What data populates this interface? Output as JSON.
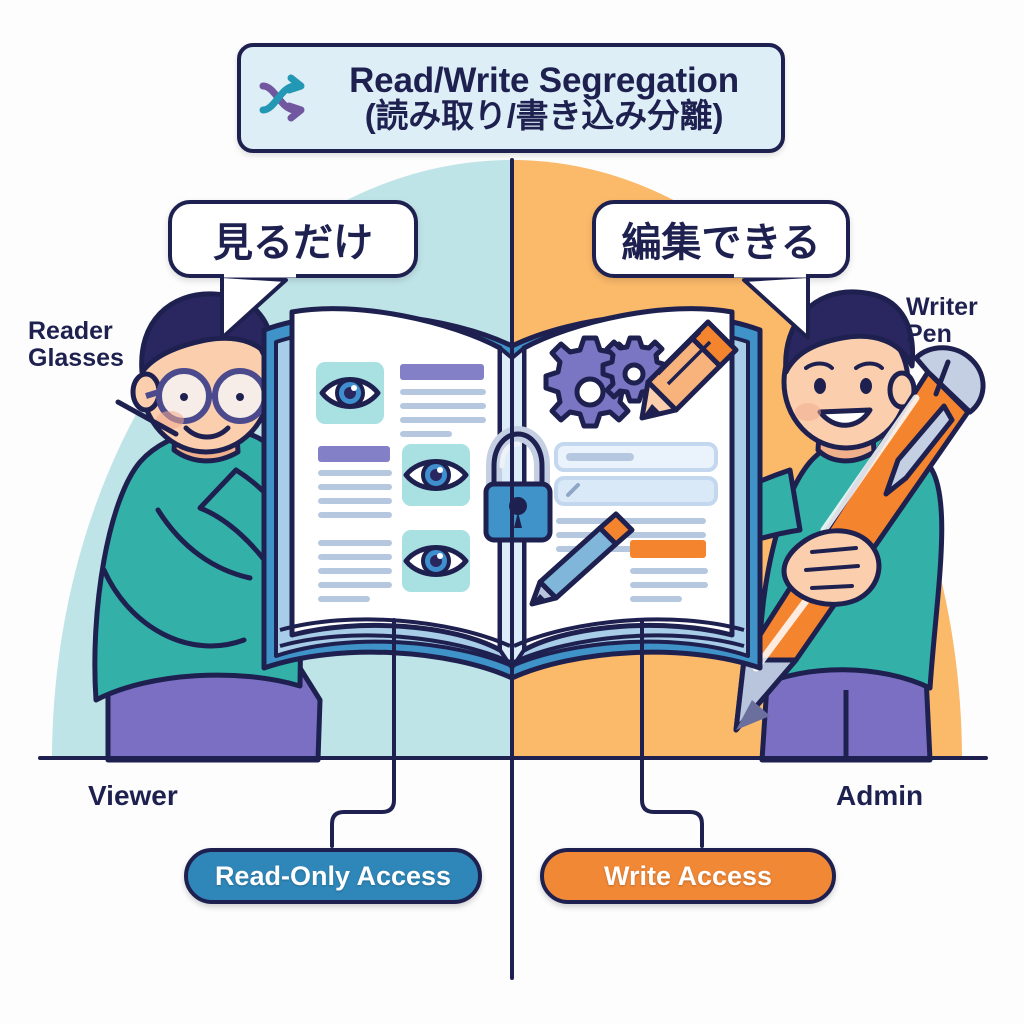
{
  "title": {
    "icon": "shuffle-icon",
    "english": "Read/Write Segregation",
    "japanese": "(読み取り/書き込み分離)"
  },
  "bubbles": {
    "left": "見るだけ",
    "right": "編集できる"
  },
  "annotations": {
    "left": {
      "line1": "Reader",
      "line2": "Glasses"
    },
    "right": {
      "line1": "Writer",
      "line2": "Pen"
    }
  },
  "roles": {
    "left": "Viewer",
    "right": "Admin"
  },
  "pills": {
    "left": "Read-Only Access",
    "right": "Write Access"
  },
  "colors": {
    "navy": "#1e2150",
    "bg_left": "#bfe4e8",
    "bg_right": "#fbb96a",
    "pill_left": "#2f87b9",
    "pill_right": "#f18836",
    "banner_bg": "#ddeef7",
    "teal_shirt": "#33b0a7",
    "purple_pants": "#7b6fc4",
    "skin": "#f6c9a8",
    "accent_purple": "#7b76c4",
    "pen_orange": "#f5842e"
  },
  "icons": {
    "book": "open-book",
    "lock": "padlock",
    "left_page": [
      "eye-icon",
      "eye-icon",
      "eye-icon"
    ],
    "right_page": [
      "gear-icon",
      "gear-icon",
      "pencil-icon",
      "pencil-icon",
      "pointing-hand-icon"
    ]
  }
}
